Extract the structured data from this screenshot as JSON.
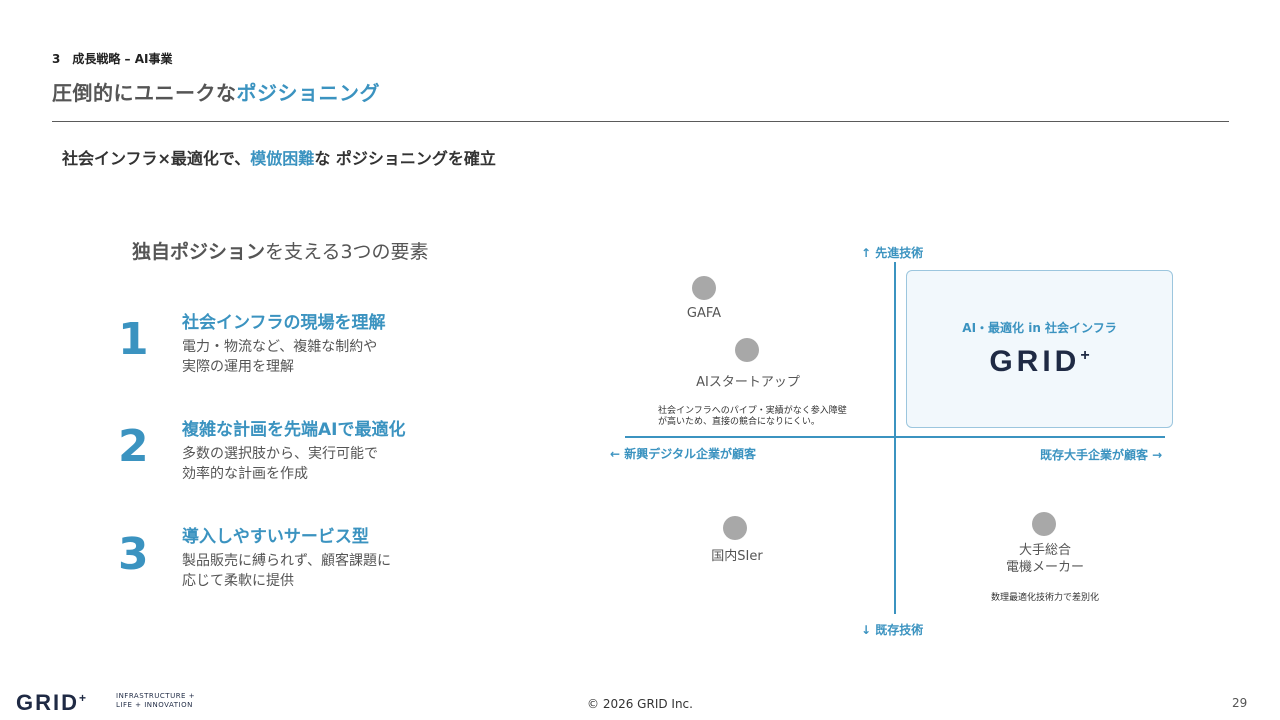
{
  "header": {
    "section_number": "3",
    "section_label": "成長戦略 – AI事業",
    "title_plain": "圧倒的にユニークな",
    "title_highlight": "ポジショニング"
  },
  "lead": {
    "part1": "社会インフラ×最適化で、",
    "highlight": "模倣困難",
    "part2": "な ポジショニングを確立"
  },
  "elements": {
    "heading_strong": "独自ポジション",
    "heading_rest": "を支える3つの要素",
    "items": [
      {
        "number": "1",
        "title": "社会インフラの現場を理解",
        "desc1": "電力・物流など、複雑な制約や",
        "desc2": "実際の運用を理解"
      },
      {
        "number": "2",
        "title": "複雑な計画を先端AIで最適化",
        "desc1": "多数の選択肢から、実行可能で",
        "desc2": "効率的な計画を作成"
      },
      {
        "number": "3",
        "title": "導入しやすいサービス型",
        "desc1": "製品販売に縛られず、顧客課題に",
        "desc2": "応じて柔軟に提供"
      }
    ]
  },
  "matrix": {
    "axis_top": "↑ 先進技術",
    "axis_bottom": "↓ 既存技術",
    "axis_left": "← 新興デジタル企業が顧客",
    "axis_right": "既存大手企業が顧客 →",
    "players": {
      "gafa": "GAFA",
      "ai_startup": "AIスタートアップ",
      "domestic_sier": "国内SIer",
      "major_maker_line1": "大手総合",
      "major_maker_line2": "電機メーカー"
    },
    "note_startup_line1": "社会インフラへのパイプ・実績がなく参入障壁",
    "note_startup_line2": "が高いため、直接の競合になりにくい。",
    "note_maker": "数理最適化技術力で差別化",
    "grid_box_label": "AI・最適化 in 社会インフラ",
    "grid_logo": "GRID",
    "grid_logo_plus": "+"
  },
  "footer": {
    "logo": "GRID",
    "logo_plus": "+",
    "tagline_line1": "INFRASTRUCTURE +",
    "tagline_line2": "LIFE + INNOVATION",
    "copyright": "© 2026 GRID Inc.",
    "page_number": "29"
  },
  "colors": {
    "accent": "#3b93c0",
    "navy": "#1f2a44",
    "dot": "#a8a8a8"
  }
}
